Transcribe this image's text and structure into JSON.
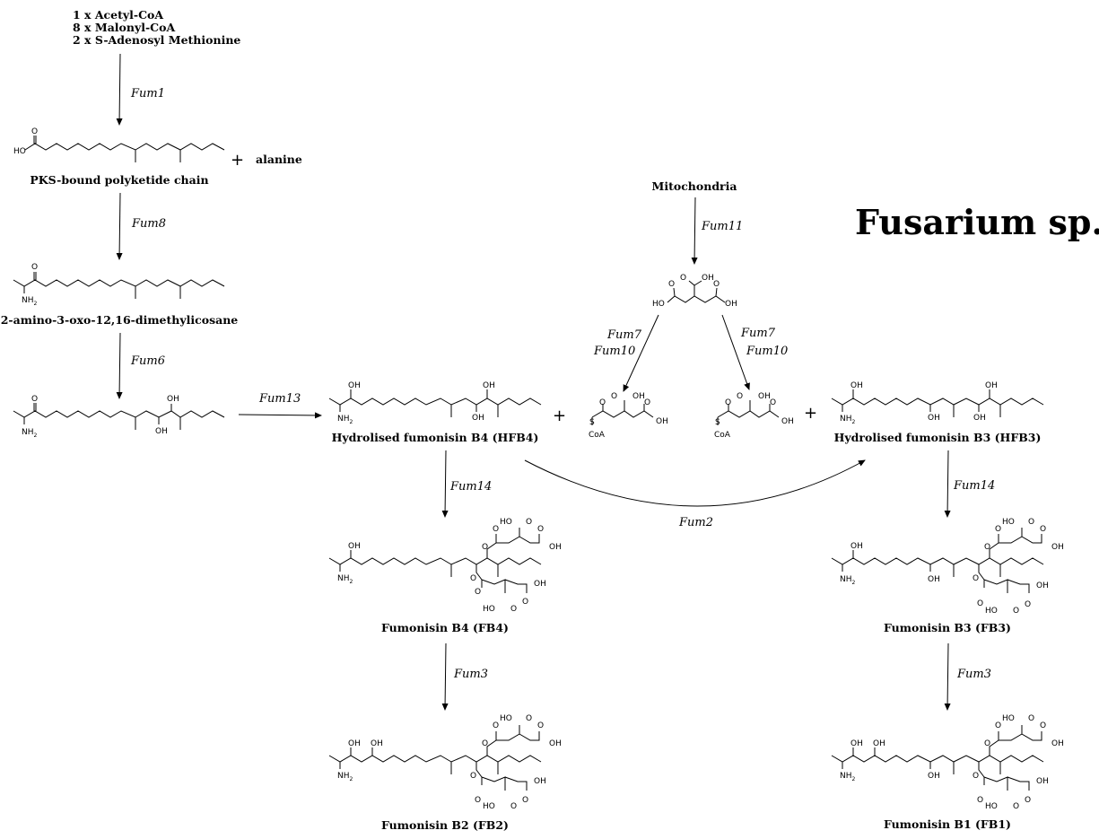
{
  "title": "Fusarium sp.",
  "substrates": [
    "1 x Acetyl-CoA",
    "8 x Malonyl-CoA",
    "2 x S-Adenosyl Methionine"
  ],
  "compounds": {
    "pks": "PKS-bound polyketide chain",
    "alanine": "alanine",
    "aoda": "2-amino-3-oxo-12,16-dimethylicosane",
    "mito": "Mitochondria",
    "hfb4": "Hydrolised fumonisin B4 (HFB4)",
    "hfb3": "Hydrolised fumonisin B3 (HFB3)",
    "fb4": "Fumonisin B4 (FB4)",
    "fb3": "Fumonisin B3 (FB3)",
    "fb2": "Fumonisin B2 (FB2)",
    "fb1": "Fumonisin B1 (FB1)"
  },
  "enzymes": {
    "fum1": "Fum1",
    "fum8": "Fum8",
    "fum6": "Fum6",
    "fum13": "Fum13",
    "fum11": "Fum11",
    "fum7a": "Fum7",
    "fum10a": "Fum10",
    "fum7b": "Fum7",
    "fum10b": "Fum10",
    "fum14a": "Fum14",
    "fum14b": "Fum14",
    "fum2": "Fum2",
    "fum3a": "Fum3",
    "fum3b": "Fum3"
  },
  "operators": {
    "plus1": "+",
    "plus2": "+",
    "plus3": "+"
  },
  "atoms": {
    "o": "O",
    "ho": "HO",
    "oh": "OH",
    "nh2": "NH",
    "sub2": "2",
    "s": "S",
    "coa": "CoA"
  }
}
